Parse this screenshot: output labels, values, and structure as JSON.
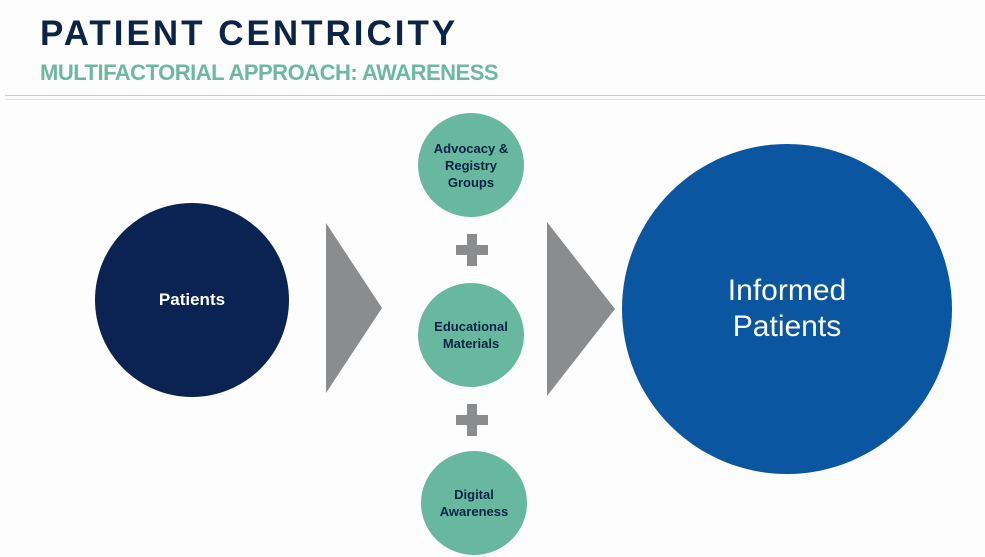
{
  "header": {
    "title": "PATIENT CENTRICITY",
    "subtitle": "MULTIFACTORIAL APPROACH: AWARENESS"
  },
  "diagram": {
    "input": "Patients",
    "factors": [
      "Advocacy & Registry Groups",
      "Educational Materials",
      "Digital Awareness"
    ],
    "output": "Informed Patients"
  },
  "colors": {
    "navy": "#0a2352",
    "teal": "#68b89f",
    "blue": "#0a56a1",
    "grey": "#8b8c8e"
  }
}
